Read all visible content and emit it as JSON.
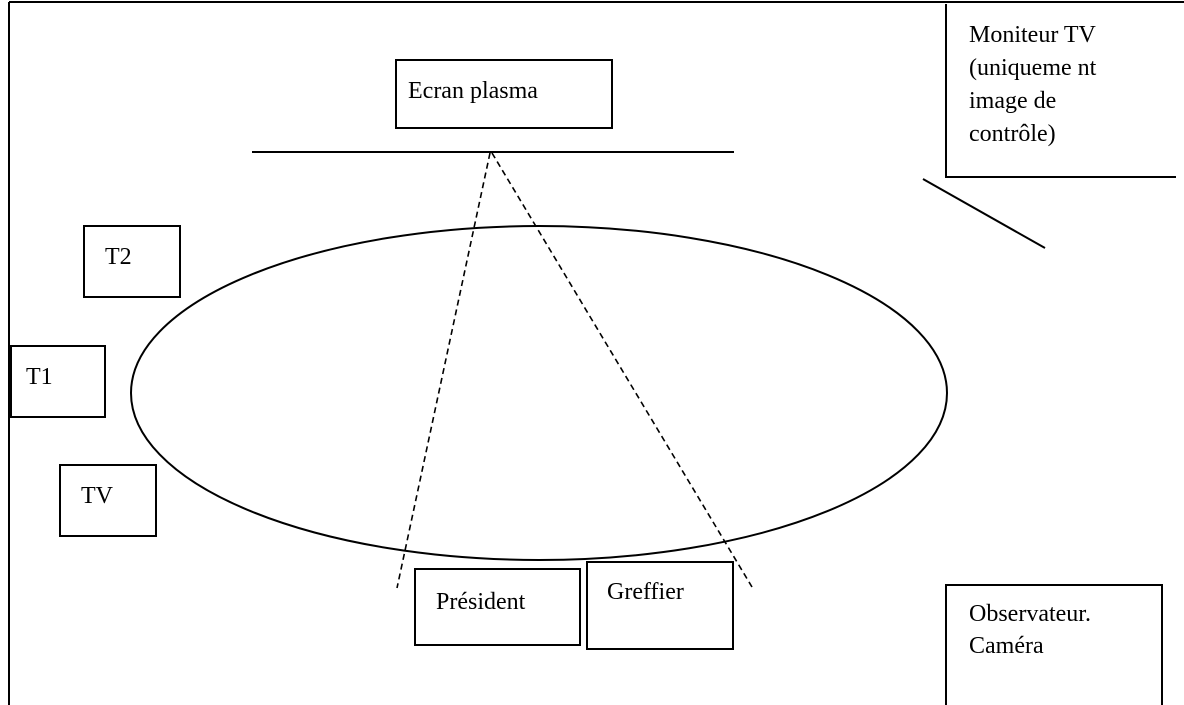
{
  "diagram": {
    "screen_label": "Ecran plasma",
    "monitor_label": "Moniteur  TV\n(uniqueme nt\nimage de\ncontrôle)",
    "t2_label": "T2",
    "t1_label": "T1",
    "tv_label": "TV",
    "president_label": "Président",
    "greffier_label": "Greffier",
    "observer_label": "Observateur.\nCaméra"
  }
}
